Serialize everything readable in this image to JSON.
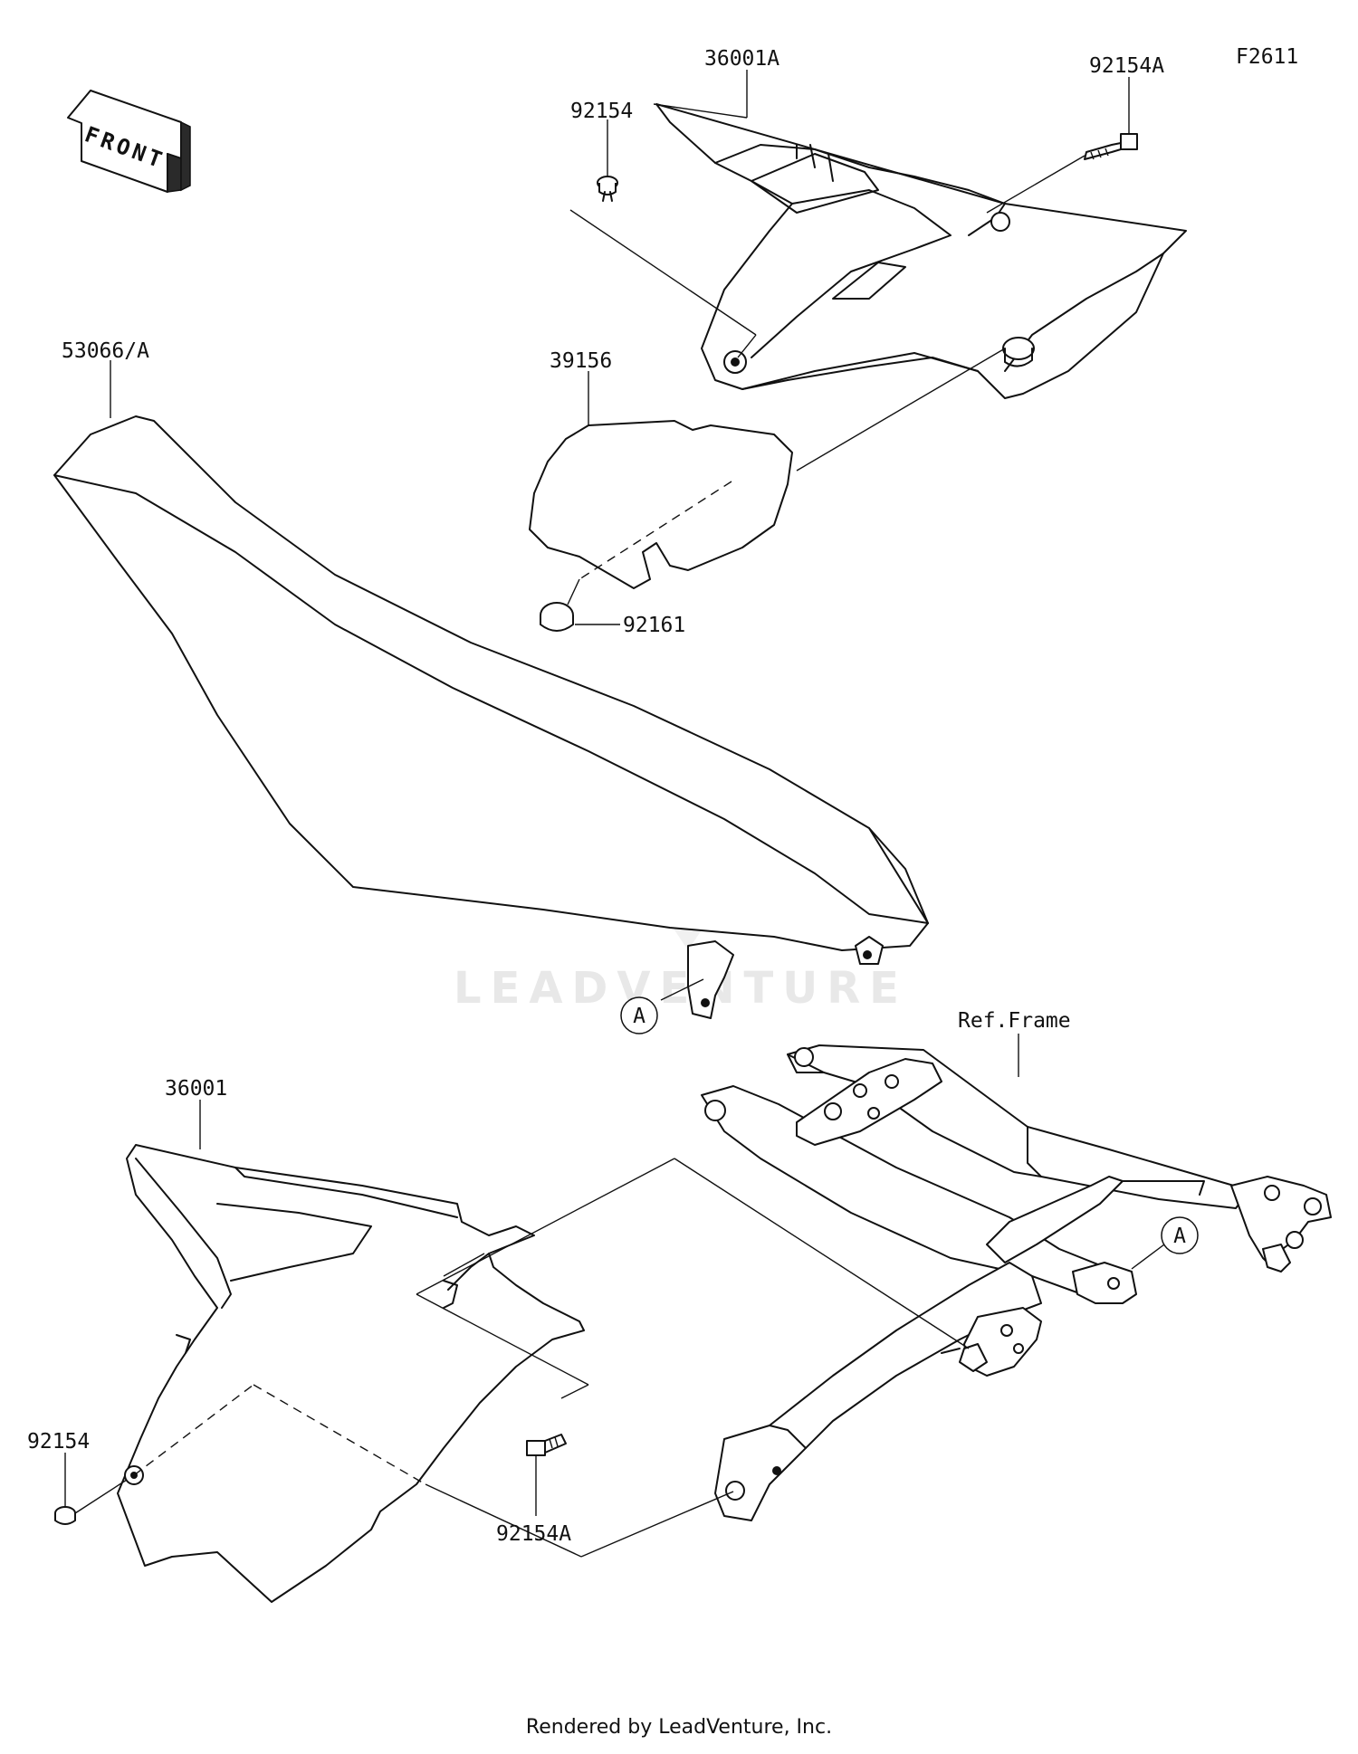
{
  "figure_id": "F2611",
  "front_arrow": "FRONT",
  "watermark": "LEADVENTURE",
  "footer": "Rendered by LeadVenture, Inc.",
  "callouts": {
    "c36001A": "36001A",
    "c92154_top": "92154",
    "c92154A_top": "92154A",
    "c53066A": "53066/A",
    "c39156": "39156",
    "c92161": "92161",
    "cA_seat": "A",
    "cRefFrame": "Ref.Frame",
    "c36001": "36001",
    "c92154_bottom": "92154",
    "c92154A_bottom": "92154A",
    "cA_frame": "A"
  }
}
